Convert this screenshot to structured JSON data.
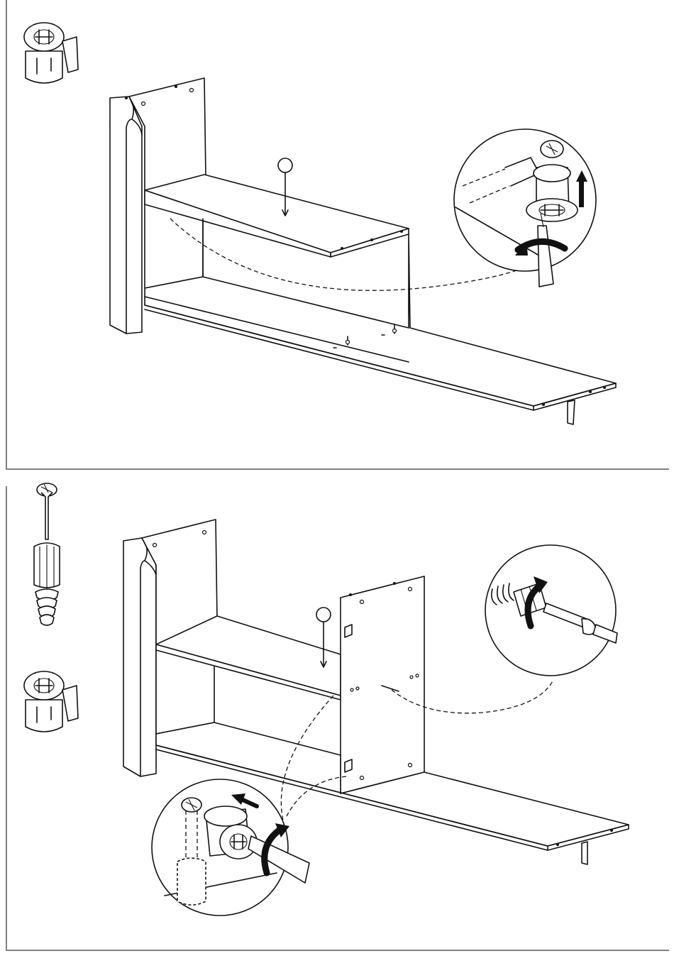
{
  "steps": [
    {
      "fitting": "cam-lock-icon",
      "detail_action": "tighten-cam-lock",
      "detail_arrow": "arrow-up-icon"
    },
    {
      "fittings": [
        "cam-bolt-icon",
        "cam-lock-icon"
      ],
      "detail_actions": [
        "screw-in-cam-bolt",
        "tighten-cam-lock"
      ],
      "detail_arrow": "arrow-left-icon"
    }
  ],
  "colors": {
    "line": "#111111",
    "frame": "#808080",
    "background": "#ffffff"
  }
}
